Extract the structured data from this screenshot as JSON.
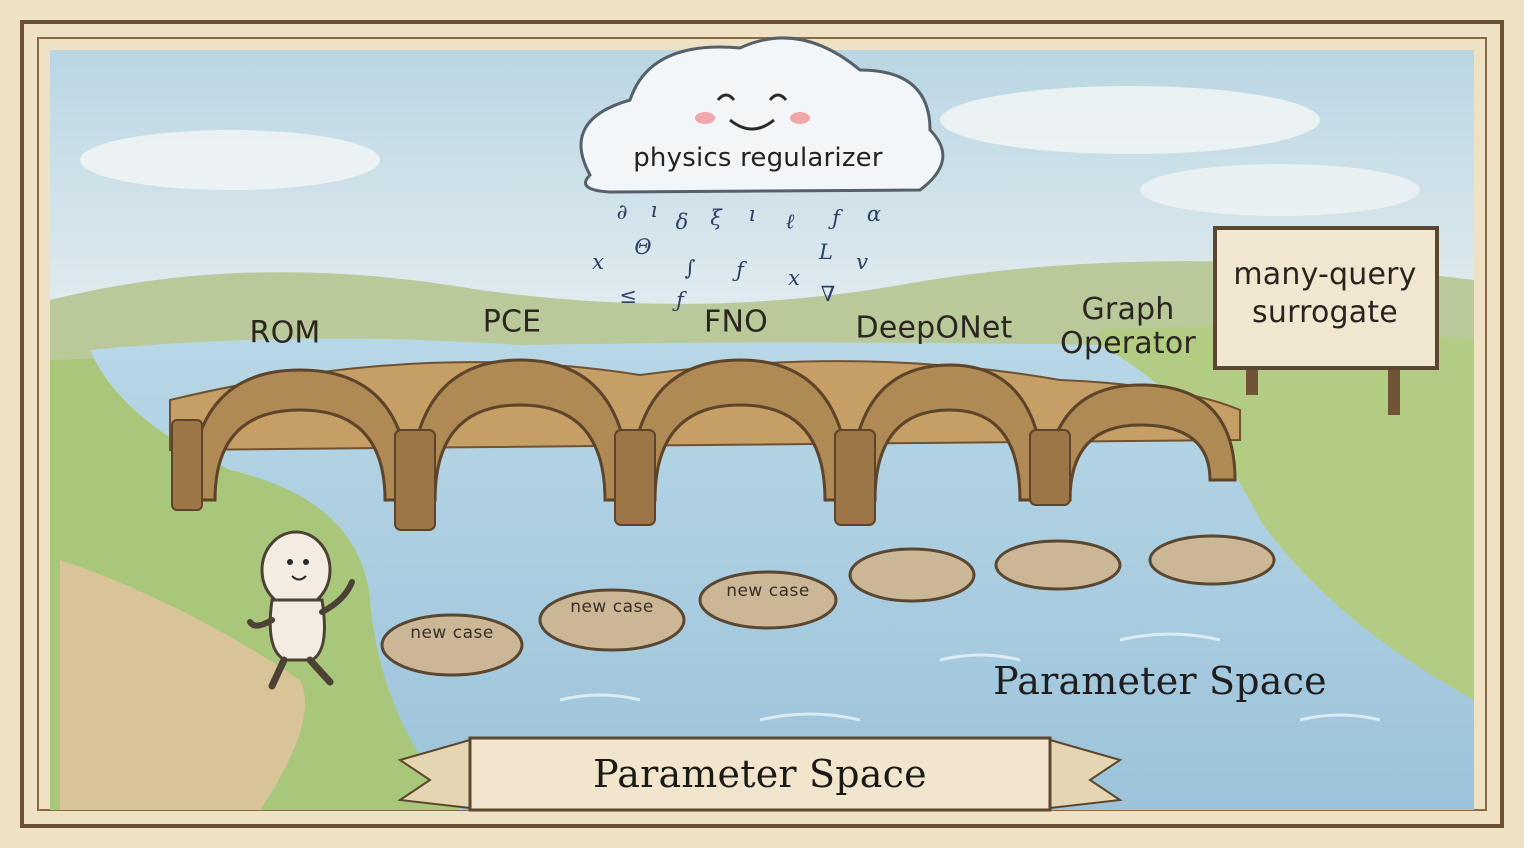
{
  "cloud": {
    "label": "physics regularizer"
  },
  "rain_symbols": [
    "∂",
    "ı",
    "δ",
    "ξ",
    "ı",
    "ℓ",
    "ƒ",
    "α",
    "x",
    "Θ",
    "∫",
    "ƒ",
    "x",
    "L",
    "v",
    "≤",
    "ƒ",
    "∇"
  ],
  "bridges": [
    {
      "label": "ROM"
    },
    {
      "label": "PCE"
    },
    {
      "label": "FNO"
    },
    {
      "label": "DeepONet"
    },
    {
      "label": "Graph Operator"
    }
  ],
  "sign": {
    "label": "many-query surrogate"
  },
  "stones": [
    {
      "label": "new case"
    },
    {
      "label": "new case"
    },
    {
      "label": "new case"
    },
    {
      "label": ""
    },
    {
      "label": ""
    },
    {
      "label": ""
    }
  ],
  "river_label": "Parameter Space",
  "banner": {
    "label": "Parameter Space"
  },
  "colors": {
    "parchment": "#f4ead2",
    "sky": "#cfe2ea",
    "grass": "#a9c77a",
    "river": "#a9cde0",
    "stone": "#cbb796",
    "bridge": "#b08a55"
  }
}
